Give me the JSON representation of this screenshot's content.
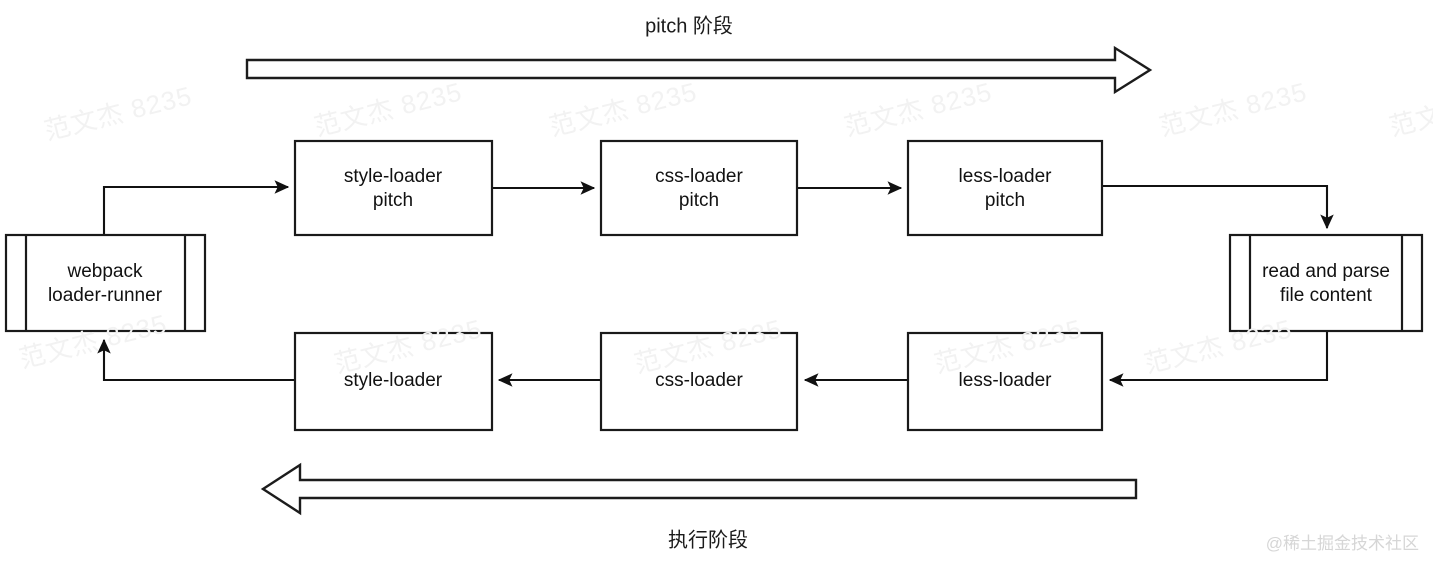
{
  "diagram": {
    "title_top": "pitch 阶段",
    "title_bottom": "执行阶段",
    "colors": {
      "stroke": "#111111",
      "box_fill": "#ffffff",
      "background": "#ffffff",
      "watermark": "#f2f2f2",
      "corner_watermark": "#d6d6d6"
    },
    "nodes": {
      "loader_runner": {
        "line1": "webpack",
        "line2": "loader-runner",
        "shape": "predefined-process"
      },
      "style_loader_pitch": {
        "line1": "style-loader",
        "line2": "pitch",
        "shape": "process"
      },
      "css_loader_pitch": {
        "line1": "css-loader",
        "line2": "pitch",
        "shape": "process"
      },
      "less_loader_pitch": {
        "line1": "less-loader",
        "line2": "pitch",
        "shape": "process"
      },
      "read_parse": {
        "line1": "read and parse",
        "line2": "file content",
        "shape": "predefined-process"
      },
      "style_loader": {
        "line1": "style-loader",
        "shape": "process"
      },
      "css_loader": {
        "line1": "css-loader",
        "shape": "process"
      },
      "less_loader": {
        "line1": "less-loader",
        "shape": "process"
      }
    },
    "watermarks": {
      "tile_text": "范文杰 8235",
      "corner_text": "@稀土掘金技术社区"
    }
  }
}
